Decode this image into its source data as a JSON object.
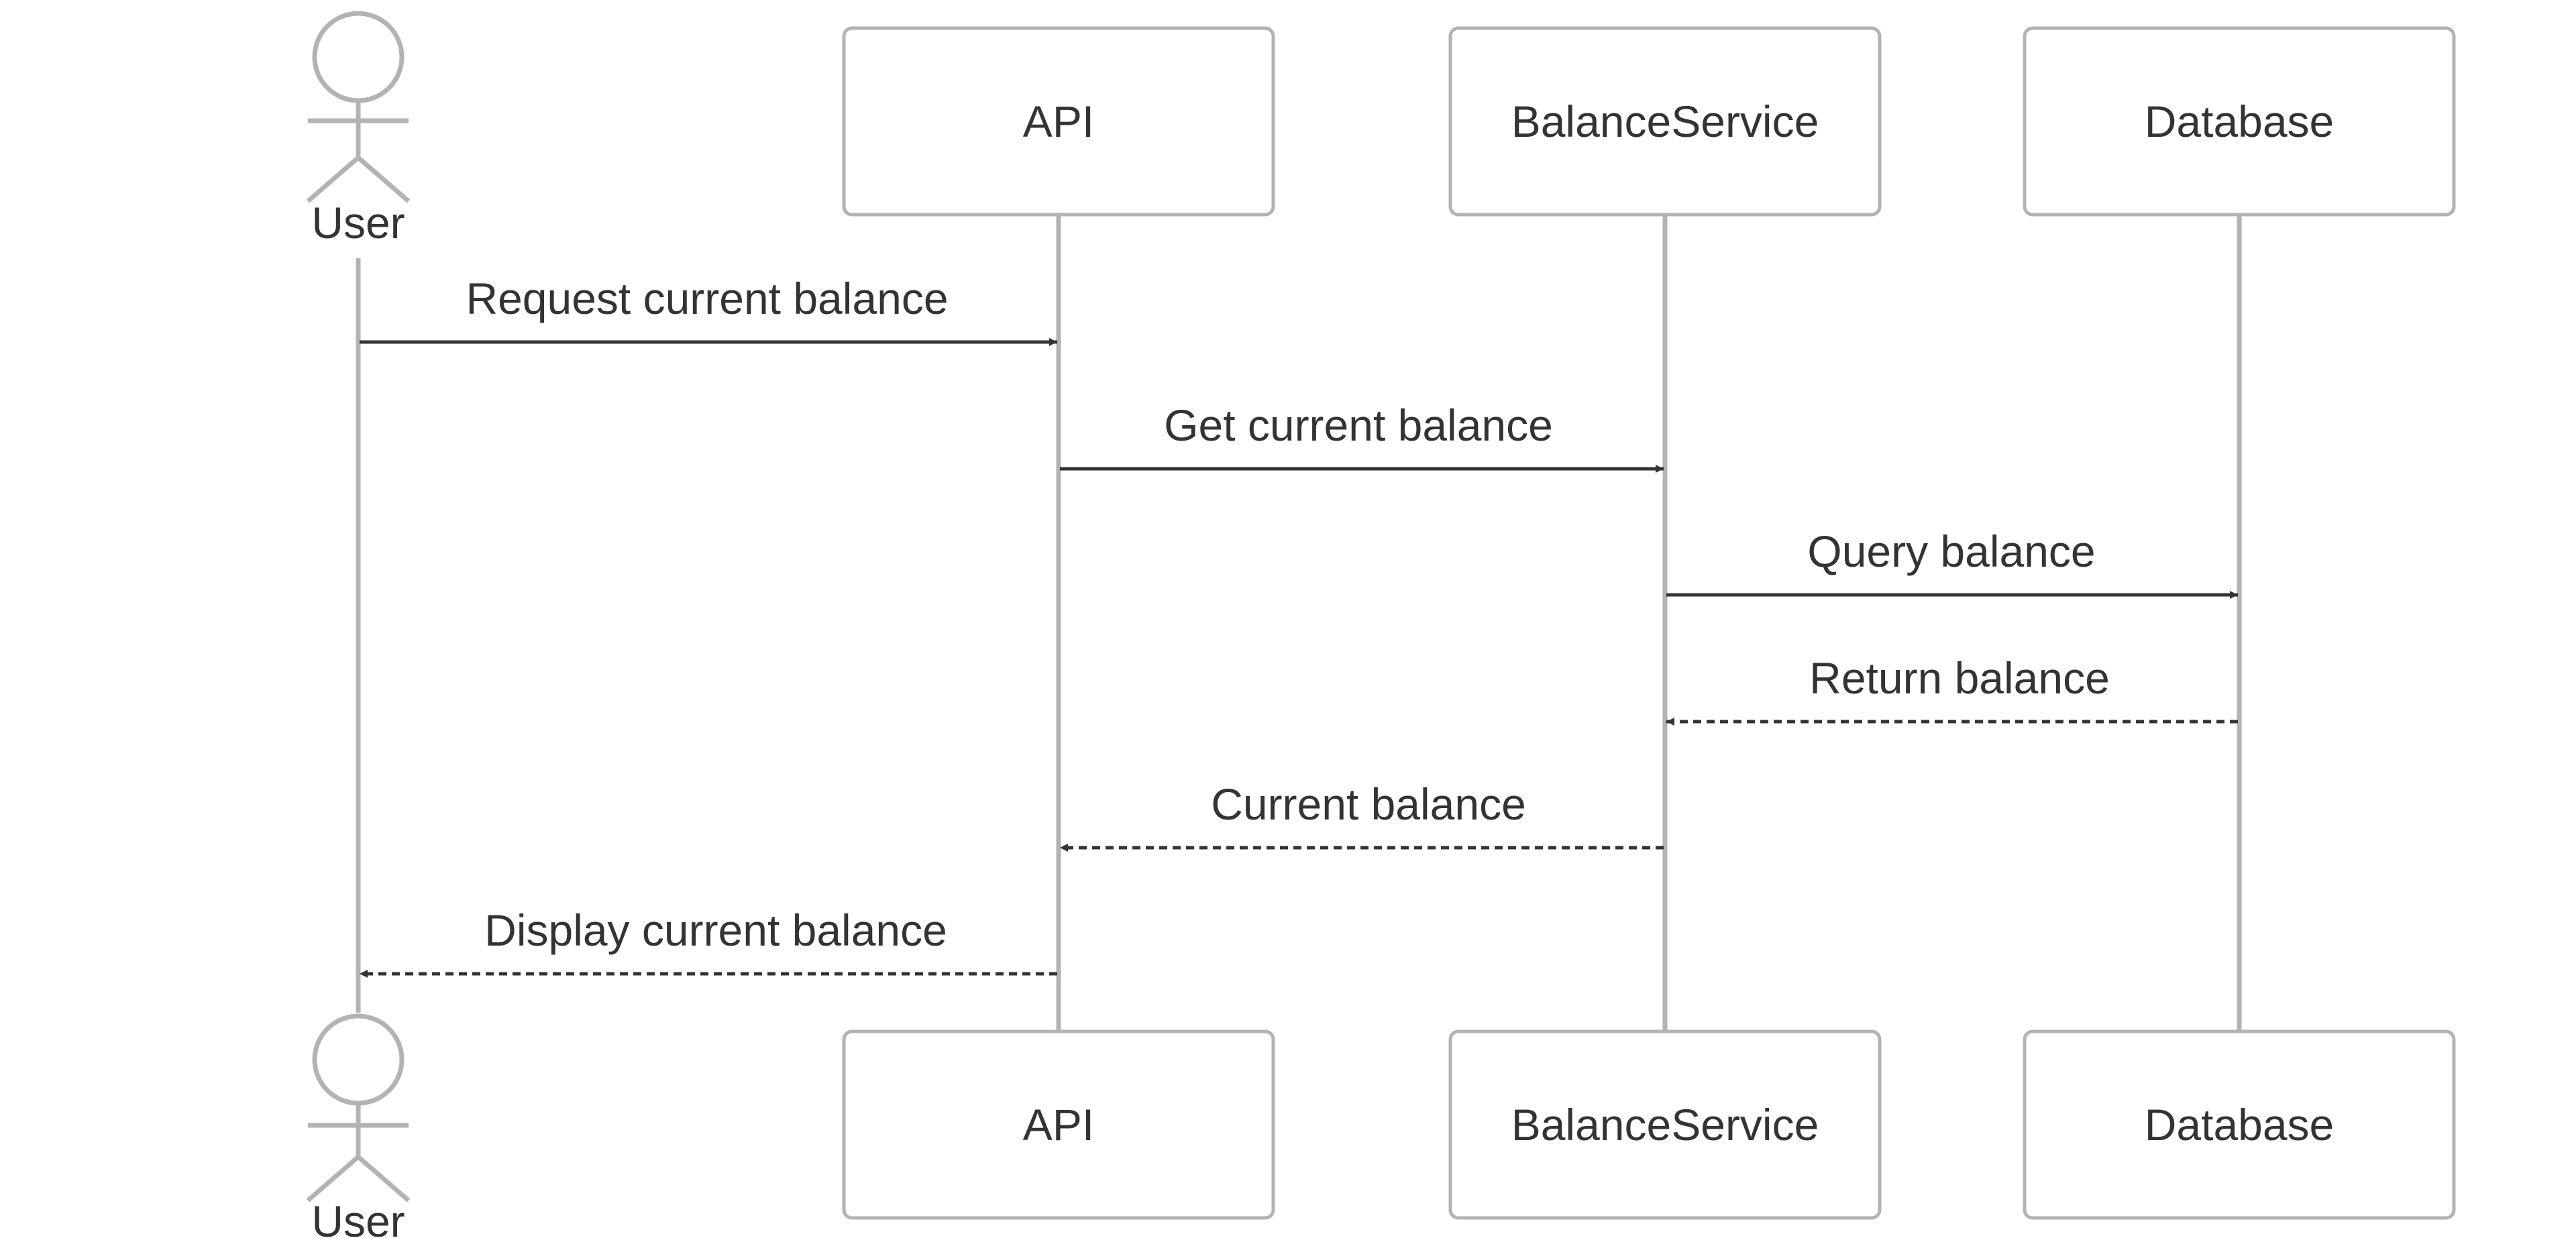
{
  "participants": [
    {
      "id": "user",
      "label": "User",
      "kind": "actor"
    },
    {
      "id": "api",
      "label": "API",
      "kind": "box"
    },
    {
      "id": "balance",
      "label": "BalanceService",
      "kind": "box"
    },
    {
      "id": "db",
      "label": "Database",
      "kind": "box"
    }
  ],
  "messages": [
    {
      "from": "user",
      "to": "api",
      "label": "Request current balance",
      "style": "solid"
    },
    {
      "from": "api",
      "to": "balance",
      "label": "Get current balance",
      "style": "solid"
    },
    {
      "from": "balance",
      "to": "db",
      "label": "Query balance",
      "style": "solid"
    },
    {
      "from": "db",
      "to": "balance",
      "label": "Return balance",
      "style": "dashed"
    },
    {
      "from": "balance",
      "to": "api",
      "label": "Current balance",
      "style": "dashed"
    },
    {
      "from": "api",
      "to": "user",
      "label": "Display current balance",
      "style": "dashed"
    }
  ],
  "colors": {
    "line": "#b3b3b3",
    "arrow": "#333333",
    "text": "#333333",
    "background": "#ffffff"
  }
}
